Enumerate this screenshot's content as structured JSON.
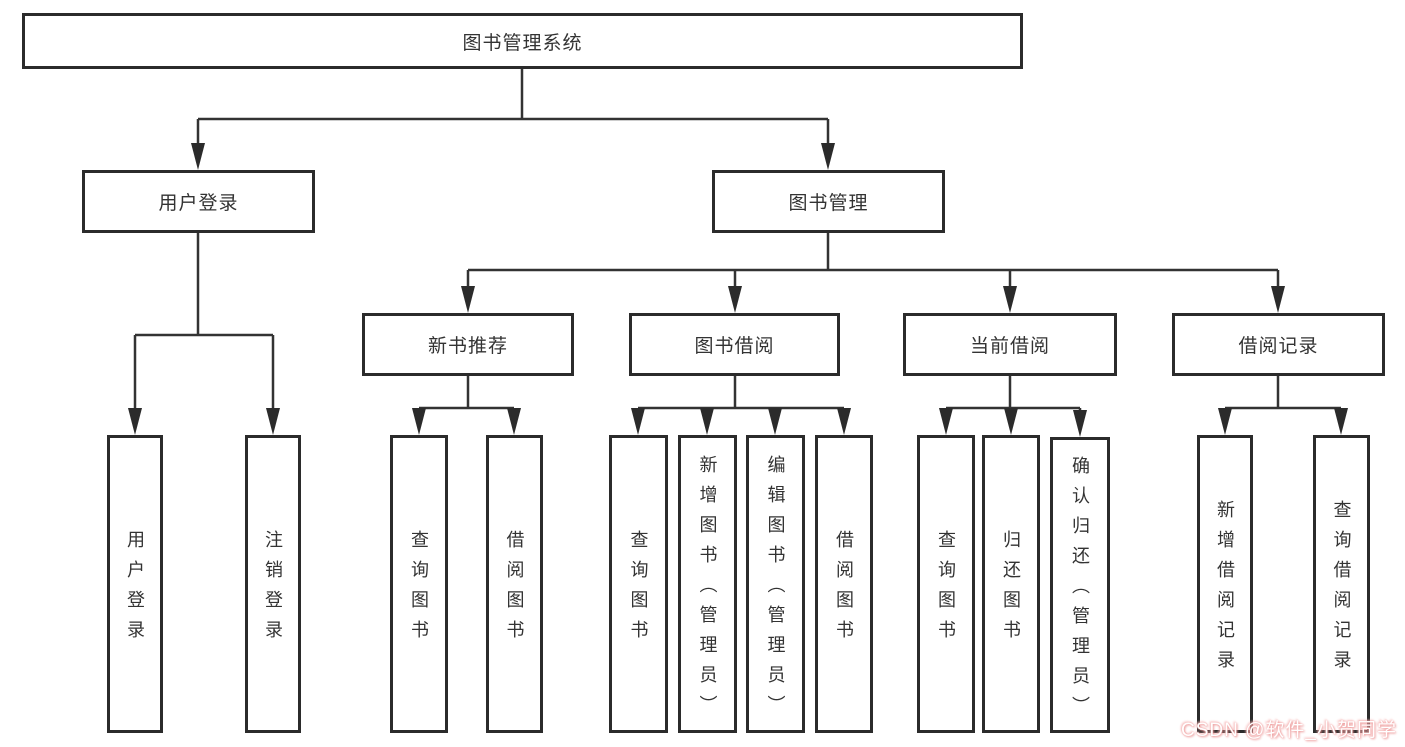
{
  "diagram_title": "图书管理系统",
  "tree": {
    "root": {
      "id": "root",
      "label": "图书管理系统",
      "children": [
        {
          "id": "user-login",
          "label": "用户登录",
          "children": [
            {
              "id": "leaf-user-login",
              "label": "用户登录"
            },
            {
              "id": "leaf-logout",
              "label": "注销登录"
            }
          ]
        },
        {
          "id": "book-management",
          "label": "图书管理",
          "children": [
            {
              "id": "new-book-recommend",
              "label": "新书推荐",
              "children": [
                {
                  "id": "leaf-query-book-a",
                  "label": "查询图书"
                },
                {
                  "id": "leaf-borrow-book-a",
                  "label": "借阅图书"
                }
              ]
            },
            {
              "id": "book-borrow",
              "label": "图书借阅",
              "children": [
                {
                  "id": "leaf-query-book-b",
                  "label": "查询图书"
                },
                {
                  "id": "leaf-add-book",
                  "label": "新增图书（管理员）"
                },
                {
                  "id": "leaf-edit-book",
                  "label": "编辑图书（管理员）"
                },
                {
                  "id": "leaf-borrow-book-b",
                  "label": "借阅图书"
                }
              ]
            },
            {
              "id": "current-borrow",
              "label": "当前借阅",
              "children": [
                {
                  "id": "leaf-query-book-c",
                  "label": "查询图书"
                },
                {
                  "id": "leaf-return-book",
                  "label": "归还图书"
                },
                {
                  "id": "leaf-confirm-return",
                  "label": "确认归还（管理员）"
                }
              ]
            },
            {
              "id": "borrow-records",
              "label": "借阅记录",
              "children": [
                {
                  "id": "leaf-add-record",
                  "label": "新增借阅记录"
                },
                {
                  "id": "leaf-query-record",
                  "label": "查询借阅记录"
                }
              ]
            }
          ]
        }
      ]
    }
  },
  "watermark": {
    "text": "CSDN @软件_小贺同学"
  },
  "colors": {
    "line": "#333333",
    "box_border": "#2b2b2b",
    "text": "#333333",
    "background": "#ffffff",
    "watermark_text": "#ffffff",
    "watermark_glow": "#ef9a9a"
  }
}
